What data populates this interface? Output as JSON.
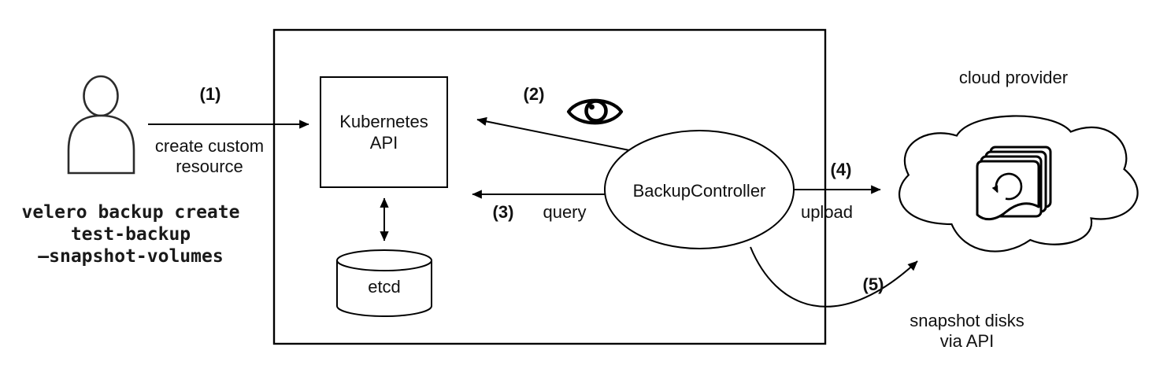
{
  "colors": {
    "background": "#ffffff",
    "line": "#000000",
    "text": "#111111"
  },
  "actor": {
    "command_line1": "velero backup create",
    "command_line2": "test-backup",
    "command_line3": "—snapshot-volumes"
  },
  "cluster": {
    "kubernetes_api_line1": "Kubernetes",
    "kubernetes_api_line2": "API",
    "etcd_label": "etcd",
    "backup_controller_label": "BackupController"
  },
  "cloud_provider": {
    "label": "cloud provider"
  },
  "steps": {
    "s1": {
      "num": "(1)",
      "line1": "create custom",
      "line2": "resource"
    },
    "s2": {
      "num": "(2)"
    },
    "s3": {
      "num": "(3)",
      "label": "query"
    },
    "s4": {
      "num": "(4)",
      "label": "upload"
    },
    "s5": {
      "num": "(5)",
      "line1": "snapshot disks",
      "line2": "via API"
    }
  }
}
